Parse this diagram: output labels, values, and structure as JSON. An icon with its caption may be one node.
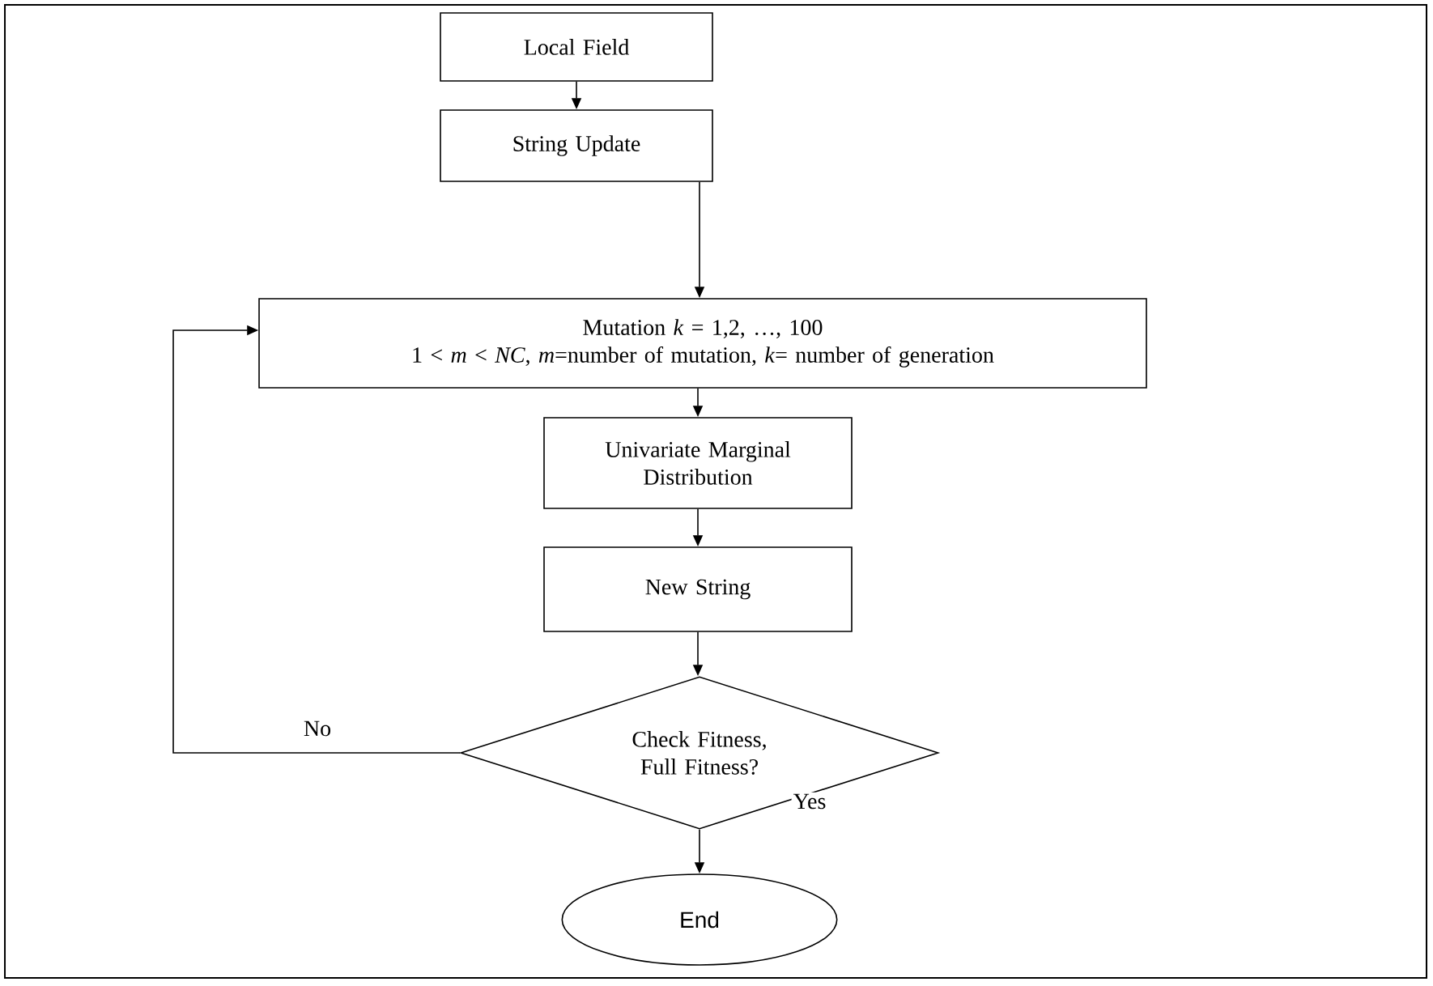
{
  "diagram": {
    "nodes": [
      {
        "text": [
          "Local Field"
        ]
      },
      {
        "text": [
          "String Update"
        ]
      },
      {
        "text": [
          "Mutation *k* = 1,2, …, 100",
          "1 < *m* < *NC*, *m*=number of mutation, *k*= number of generation"
        ]
      },
      {
        "text": [
          "Univariate Marginal Distribution"
        ]
      },
      {
        "text": [
          "New String"
        ]
      },
      {
        "text": [
          "Check Fitness, Full Fitness?"
        ]
      },
      {
        "text": [
          "End"
        ]
      }
    ],
    "edges": [
      {
        "from": 0,
        "to": 1,
        "arrow": "to"
      },
      {
        "from": 1,
        "to": 2,
        "arrow": "to"
      },
      {
        "from": 2,
        "to": 3,
        "arrow": "to"
      },
      {
        "from": 3,
        "to": 4,
        "arrow": "to"
      },
      {
        "from": 4,
        "to": 5,
        "arrow": "to"
      },
      {
        "from": 5,
        "to": 6,
        "label": "Yes",
        "arrow": "to"
      },
      {
        "from": 5,
        "to": 2,
        "label": "No",
        "arrow": "to"
      }
    ]
  }
}
